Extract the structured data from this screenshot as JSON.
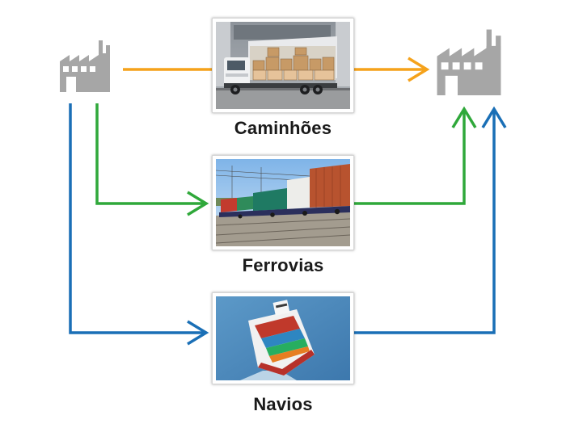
{
  "modes": [
    {
      "id": "truck",
      "label": "Caminhões",
      "color": "#f5a21b"
    },
    {
      "id": "rail",
      "label": "Ferrovias",
      "color": "#2fa83a"
    },
    {
      "id": "ship",
      "label": "Navios",
      "color": "#1a6fb6"
    }
  ],
  "icons": {
    "origin": "factory-icon",
    "destination": "factory-icon",
    "truck_photo": "truck-photo",
    "rail_photo": "freight-train-photo",
    "ship_photo": "container-ship-photo"
  },
  "colors": {
    "factory": "#a6a6a6",
    "label_text": "#1a1a1a"
  }
}
